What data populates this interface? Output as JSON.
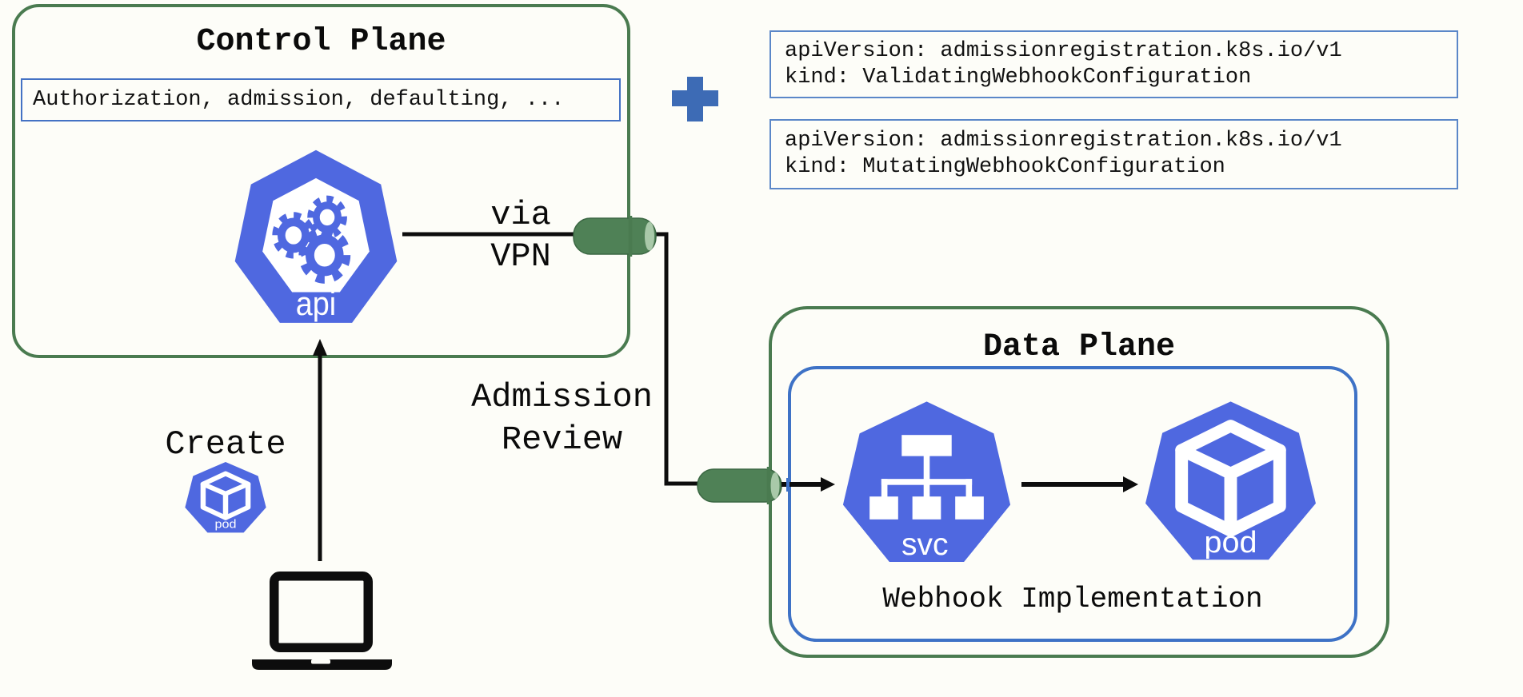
{
  "control_plane": {
    "title": "Control Plane",
    "pipeline_label": "Authorization, admission, defaulting, ...",
    "api_icon_label": "api"
  },
  "connections": {
    "via_vpn_line1": "via",
    "via_vpn_line2": "VPN",
    "admission_review_line1": "Admission",
    "admission_review_line2": "Review",
    "create_label": "Create"
  },
  "client": {
    "pod_icon_label": "pod"
  },
  "webhook_configs": {
    "validating": {
      "line1": "apiVersion: admissionregistration.k8s.io/v1",
      "line2": "kind: ValidatingWebhookConfiguration"
    },
    "mutating": {
      "line1": "apiVersion: admissionregistration.k8s.io/v1",
      "line2": "kind: MutatingWebhookConfiguration"
    }
  },
  "data_plane": {
    "title": "Data Plane",
    "webhook_label": "Webhook Implementation",
    "svc_icon_label": "svc",
    "pod_icon_label": "pod"
  },
  "colors": {
    "background": "#fdfdf8",
    "plane_border_green": "#4a7b50",
    "kubernetes_blue": "#4f68e0",
    "box_border_blue": "#4472c4",
    "code_box_border_blue": "#5b87c8",
    "inner_box_border_blue": "#3e72c6",
    "vpn_tunnel_green": "#4f8156",
    "plus_blue": "#3d6bb5",
    "line_black": "#0d0d0d"
  }
}
